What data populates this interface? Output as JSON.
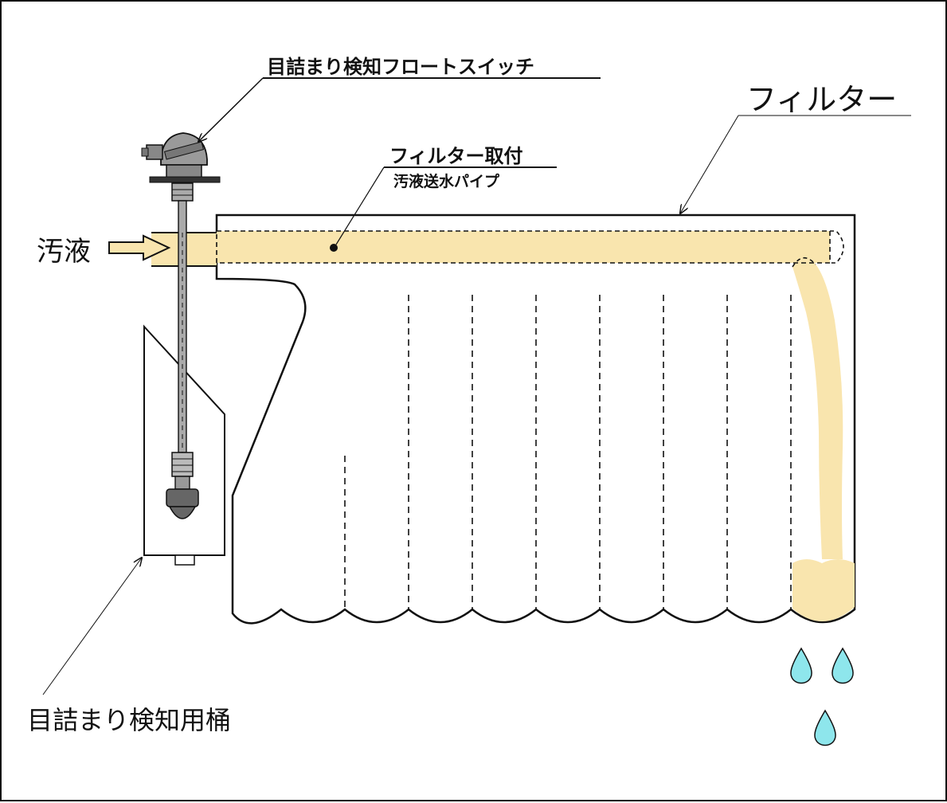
{
  "labels": {
    "float_switch": "目詰まり検知フロートスイッチ",
    "filter": "フィルター",
    "filter_mount": "フィルター取付",
    "pipe": "汚液送水パイプ",
    "dirty_liquid": "汚液",
    "detection_bucket": "目詰まり検知用桶"
  },
  "colors": {
    "liquid": "#f9e5ae",
    "drop": "#8ee6ec",
    "line": "#111111",
    "switch_body": "#9a9a9a"
  },
  "icons": {
    "arrow": "inflow-arrow-icon",
    "drop": "water-drop-icon"
  }
}
